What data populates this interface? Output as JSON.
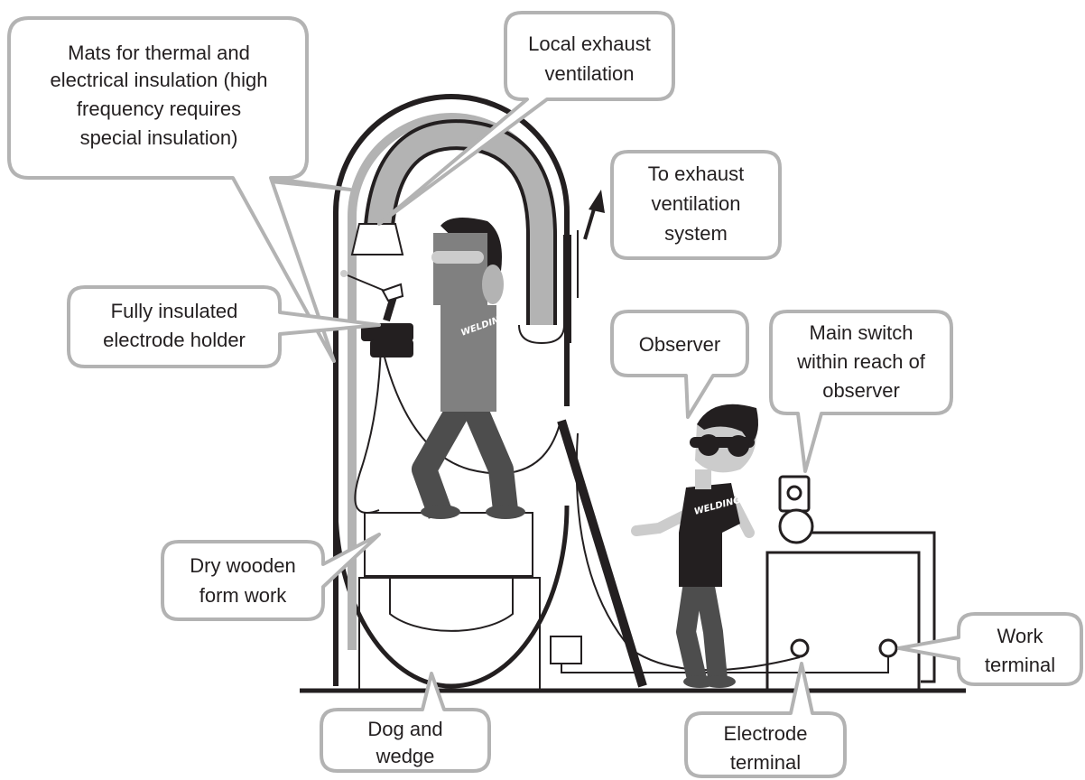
{
  "callouts": {
    "mats": {
      "lines": [
        "Mats for thermal and",
        "electrical insulation (high",
        "frequency requires",
        "special insulation)"
      ]
    },
    "exhaust": {
      "lines": [
        "Local exhaust",
        "ventilation"
      ]
    },
    "to_system": {
      "lines": [
        "To exhaust",
        "ventilation",
        "system"
      ]
    },
    "holder": {
      "lines": [
        "Fully insulated",
        "electrode holder"
      ]
    },
    "observer": {
      "lines": [
        "Observer"
      ]
    },
    "switch": {
      "lines": [
        "Main switch",
        "within reach of",
        "observer"
      ]
    },
    "formwork": {
      "lines": [
        "Dry wooden",
        "form work"
      ]
    },
    "work_terminal": {
      "lines": [
        "Work",
        "terminal"
      ]
    },
    "dog_wedge": {
      "lines": [
        "Dog and",
        "wedge"
      ]
    },
    "electrode_terminal": {
      "lines": [
        "Electrode",
        "terminal"
      ]
    }
  },
  "logo": {
    "welder_shirt": "WELDING",
    "observer_shirt": "WELDING"
  },
  "colors": {
    "outline": "#231f20",
    "callout_border": "#b3b3b3",
    "body_gray": "#808080",
    "dark_gray": "#4d4d4d",
    "light_gray": "#cccccc"
  },
  "icons": [
    "arrow-up-icon",
    "switch-icon"
  ]
}
